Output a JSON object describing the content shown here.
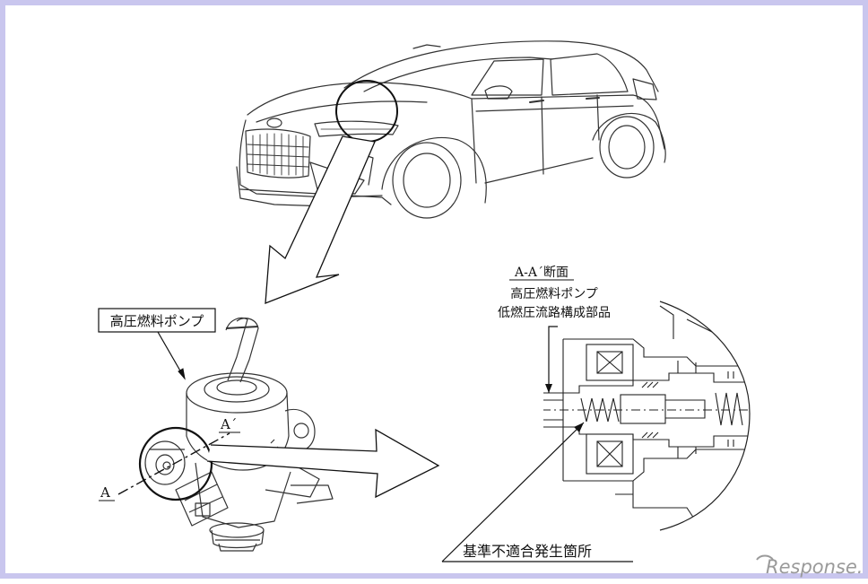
{
  "labels": {
    "pump_label_left": "高圧燃料ポンプ",
    "section_title": "A-A´断面",
    "pump_label_right": "高圧燃料ポンプ",
    "component_label": "低燃圧流路構成部品",
    "defect_location": "基準不適合発生箇所",
    "marker_a": "A",
    "marker_a_prime": "A´"
  },
  "watermark": {
    "text": "Response."
  },
  "colors": {
    "border": "#c9c6ee",
    "line": "#222222",
    "watermark": "#9a9a9a"
  }
}
